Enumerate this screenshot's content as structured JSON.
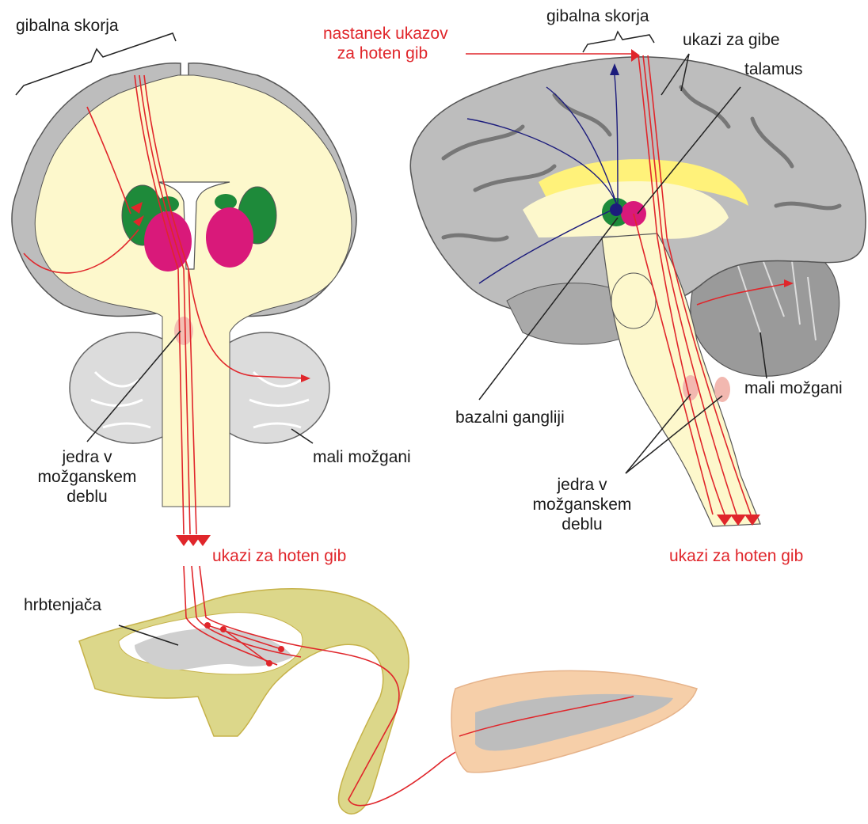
{
  "labels": {
    "coronal_motor_cortex": "gibalna skorja",
    "sagittal_motor_cortex": "gibalna skorja",
    "voluntary_command_origin": [
      "nastanek ukazov",
      "za hoten gib"
    ],
    "movement_commands": "ukazi za gibe",
    "thalamus": "talamus",
    "basal_ganglia": "bazalni gangliji",
    "cerebellum_left": "mali možgani",
    "cerebellum_right": "mali možgani",
    "brainstem_nuclei_left": [
      "jedra v",
      "možganskem",
      "deblu"
    ],
    "brainstem_nuclei_right": [
      "jedra v",
      "možganskem",
      "deblu"
    ],
    "voluntary_command_left": "ukazi za hoten gib",
    "voluntary_command_right": "ukazi za hoten gib",
    "spinal_cord": "hrbtenjača"
  },
  "colors": {
    "pathway_red": "#e0262b",
    "label_red": "#e0262b",
    "white_matter": "#fdf8cc",
    "gray_matter": "#cfcfcf",
    "cortex_gray": "#bdbdbd",
    "basal_ganglia_green": "#1e8a3a",
    "thalamus_magenta": "#d9197a",
    "blue_fibers": "#1c1c7c",
    "spinal_olive": "#dcd78a",
    "muscle_peach": "#f6cfa9"
  }
}
